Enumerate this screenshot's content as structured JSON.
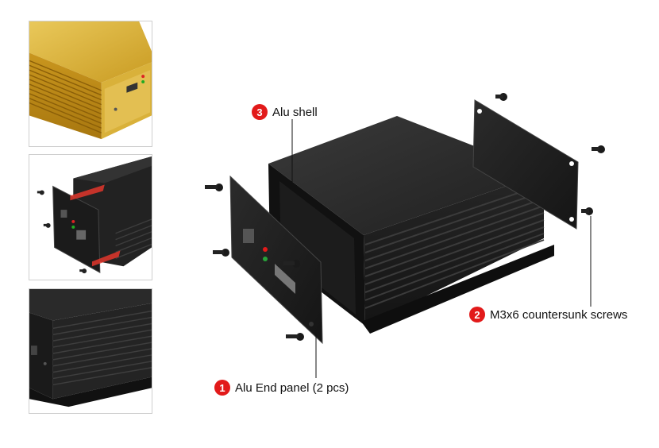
{
  "callouts": [
    {
      "number": "1",
      "label": "Alu End panel (2 pcs)"
    },
    {
      "number": "2",
      "label": "M3x6 countersunk screws"
    },
    {
      "number": "3",
      "label": "Alu shell"
    }
  ],
  "colors": {
    "badge": "#e21a1a",
    "enclosure": "#1c1c1c",
    "gold_variant": "#d9b13a",
    "arrow": "#e0362b"
  },
  "icons": [
    "screw-icon",
    "usb-port-icon",
    "led-indicator-icon"
  ]
}
